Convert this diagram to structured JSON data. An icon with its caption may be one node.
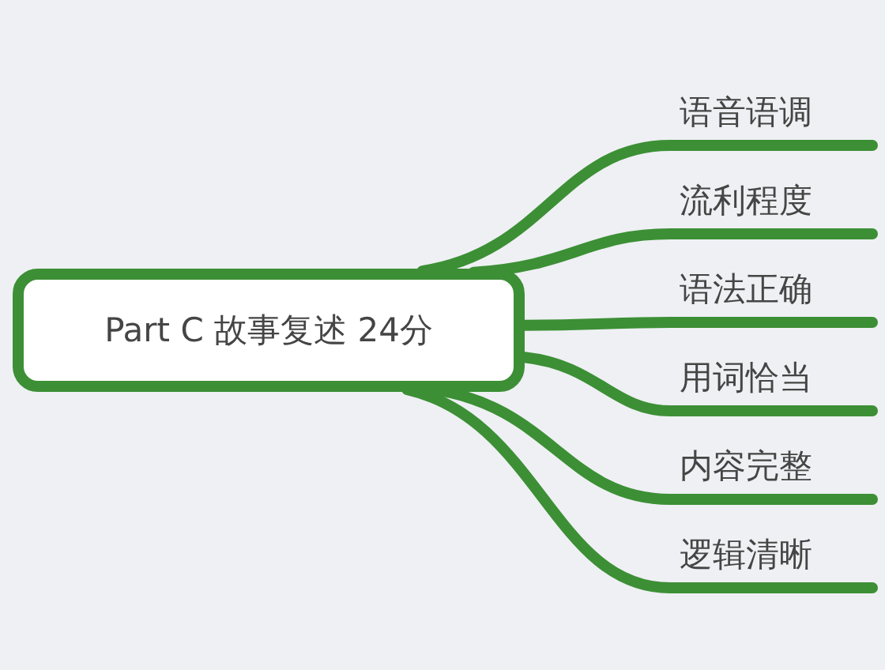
{
  "diagram": {
    "nodes": [
      {
        "text": [
          "Part C 故事复述 24分"
        ]
      },
      {
        "text": [
          "语音语调"
        ]
      },
      {
        "text": [
          "流利程度"
        ]
      },
      {
        "text": [
          "语法正确"
        ]
      },
      {
        "text": [
          "用词恰当"
        ]
      },
      {
        "text": [
          "内容完整"
        ]
      },
      {
        "text": [
          "逻辑清晰"
        ]
      }
    ],
    "edges": [
      {
        "from": 0,
        "to": 1,
        "arrow": "none"
      },
      {
        "from": 0,
        "to": 2,
        "arrow": "none"
      },
      {
        "from": 0,
        "to": 3,
        "arrow": "none"
      },
      {
        "from": 0,
        "to": 4,
        "arrow": "none"
      },
      {
        "from": 0,
        "to": 5,
        "arrow": "none"
      },
      {
        "from": 0,
        "to": 6,
        "arrow": "none"
      }
    ]
  }
}
